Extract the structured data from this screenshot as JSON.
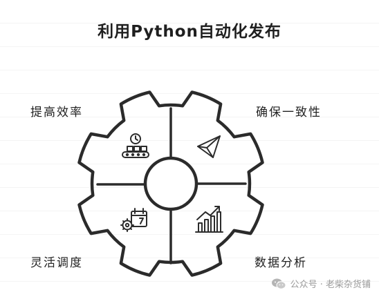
{
  "title": "利用Python自动化发布",
  "labels": {
    "top_left": "提高效率",
    "top_right": "确保一致性",
    "bottom_left": "灵活调度",
    "bottom_right": "数据分析"
  },
  "icons": {
    "top_left": "conveyor-clock-icon",
    "top_right": "paper-plane-icon",
    "bottom_left": "calendar-gear-icon",
    "bottom_right": "growth-chart-icon"
  },
  "watermark": {
    "text": "公众号 · 老柴杂货铺",
    "icon": "wechat-icon"
  },
  "colors": {
    "stroke": "#2b2b2b",
    "text": "#1f1f1f",
    "watermark": "#9a9a9a"
  }
}
